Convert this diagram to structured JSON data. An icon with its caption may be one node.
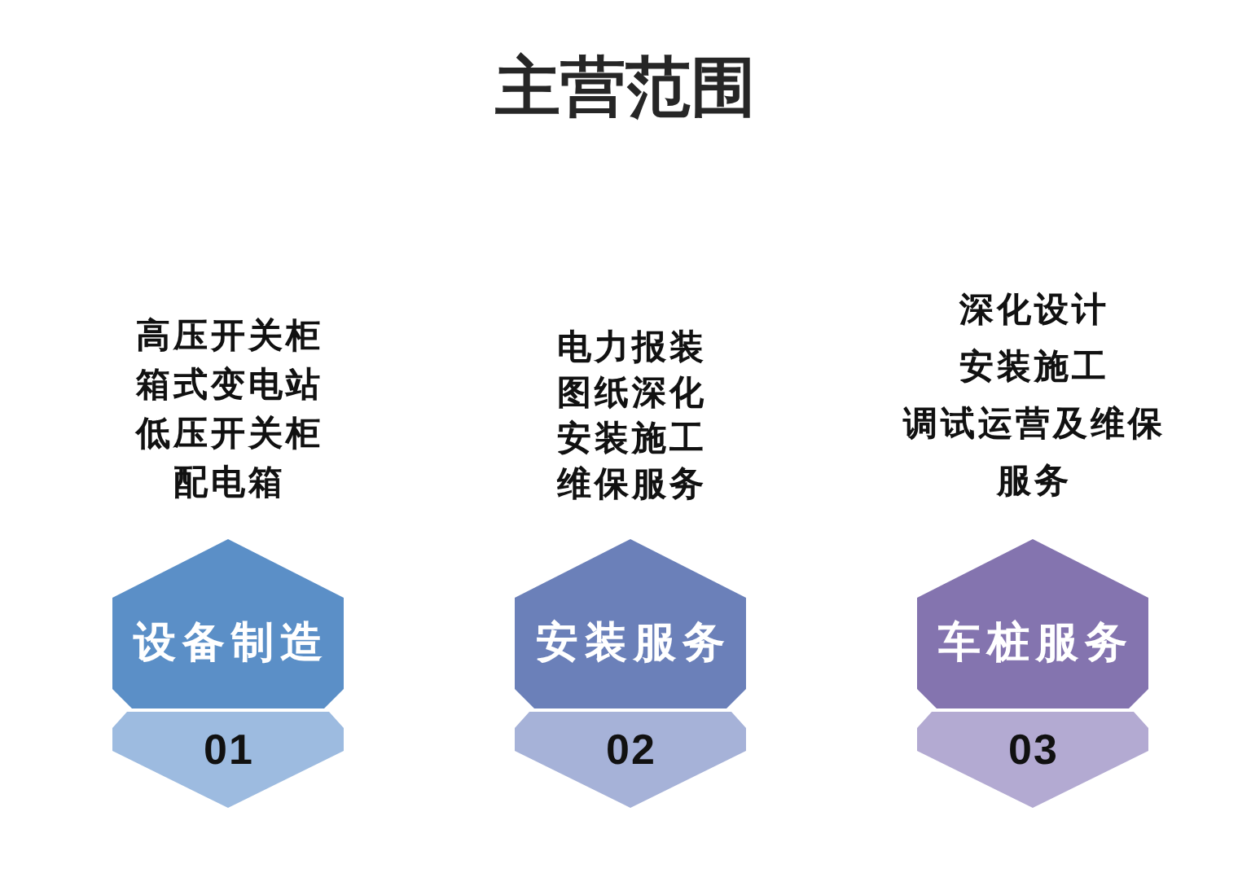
{
  "diagram": {
    "title": "主营范围",
    "nodes": [
      {
        "text": [
          "设备制造"
        ],
        "beside": [
          "高压开关柜",
          "箱式变电站",
          "低压开关柜",
          "配电箱"
        ]
      },
      {
        "text": [
          "01"
        ]
      },
      {
        "text": [
          "安装服务"
        ],
        "beside": [
          "电力报装",
          "图纸深化",
          "安装施工",
          "维保服务"
        ]
      },
      {
        "text": [
          "02"
        ]
      },
      {
        "text": [
          "车桩服务"
        ],
        "beside": [
          "深化设计",
          "安装施工",
          "调试运营及维保服务"
        ]
      },
      {
        "text": [
          "03"
        ]
      }
    ]
  }
}
